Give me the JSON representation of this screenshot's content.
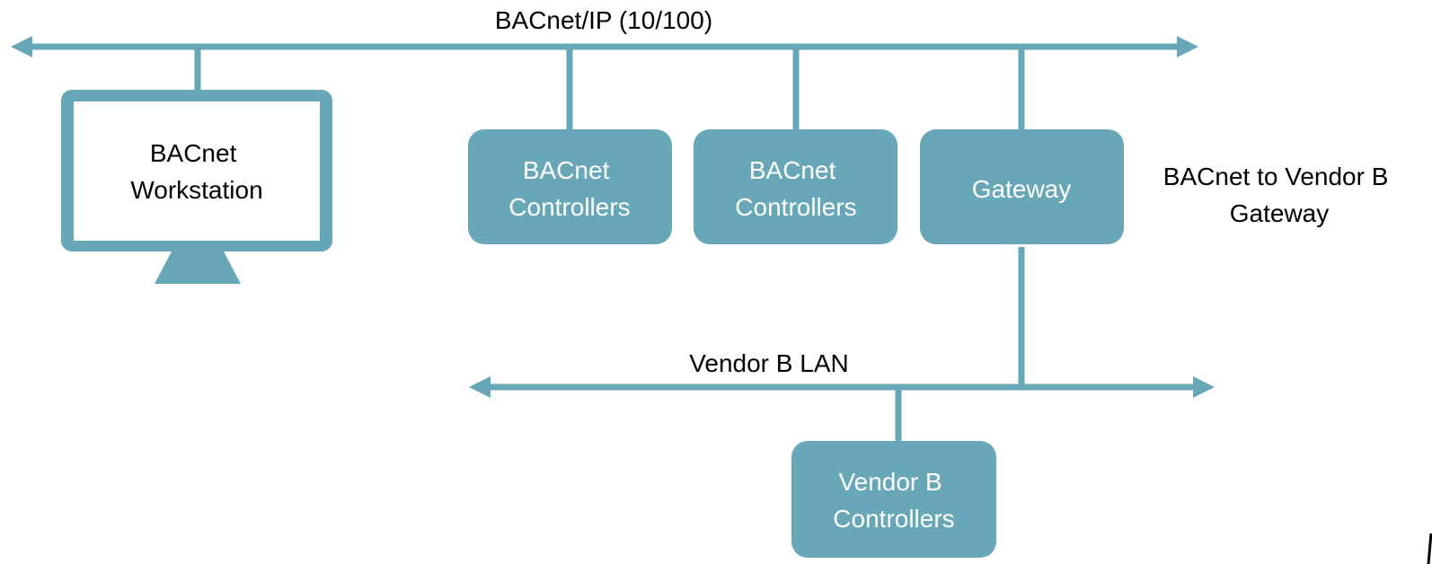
{
  "colors": {
    "accent": "#67a7b8",
    "text": "#000000",
    "box_text": "#ffffff",
    "background": "#ffffff"
  },
  "networks": {
    "bacnet_ip": {
      "label": "BACnet/IP (10/100)"
    },
    "vendor_b_lan": {
      "label": "Vendor B LAN"
    }
  },
  "nodes": {
    "workstation": {
      "line1": "BACnet",
      "line2": "Workstation",
      "icon": "monitor-icon"
    },
    "controllers_1": {
      "line1": "BACnet",
      "line2": "Controllers"
    },
    "controllers_2": {
      "line1": "BACnet",
      "line2": "Controllers"
    },
    "gateway": {
      "label": "Gateway"
    },
    "vendor_b_controllers": {
      "line1": "Vendor B",
      "line2": "Controllers"
    }
  },
  "annotations": {
    "gateway_note": {
      "line1": "BACnet to Vendor B",
      "line2": "Gateway"
    }
  }
}
